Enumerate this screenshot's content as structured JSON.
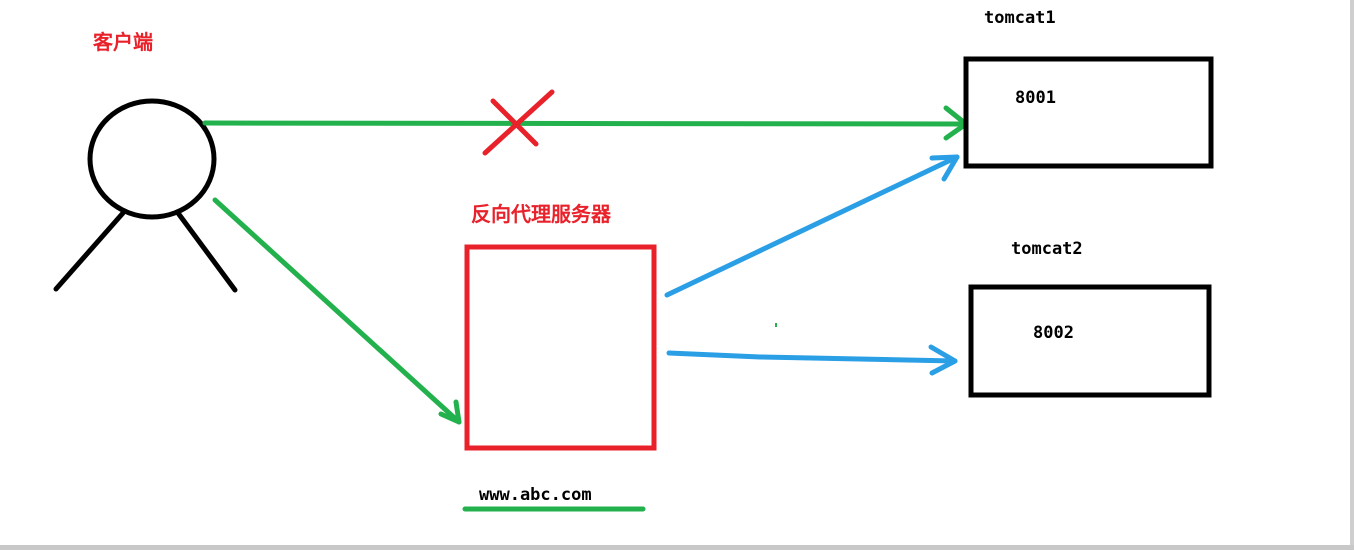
{
  "labels": {
    "client": "客户端",
    "proxy": "反向代理服务器",
    "domain": "www.abc.com",
    "server1_name": "tomcat1",
    "server1_port": "8001",
    "server2_name": "tomcat2",
    "server2_port": "8002"
  },
  "colors": {
    "client_path": "#22b14c",
    "server_path": "#2a9fe6",
    "proxy_box": "#e8212a",
    "blocked_mark": "#e8212a",
    "server_box": "#000000"
  },
  "icons": {
    "client": "stick-figure-icon",
    "blocked": "cross-mark-icon"
  }
}
